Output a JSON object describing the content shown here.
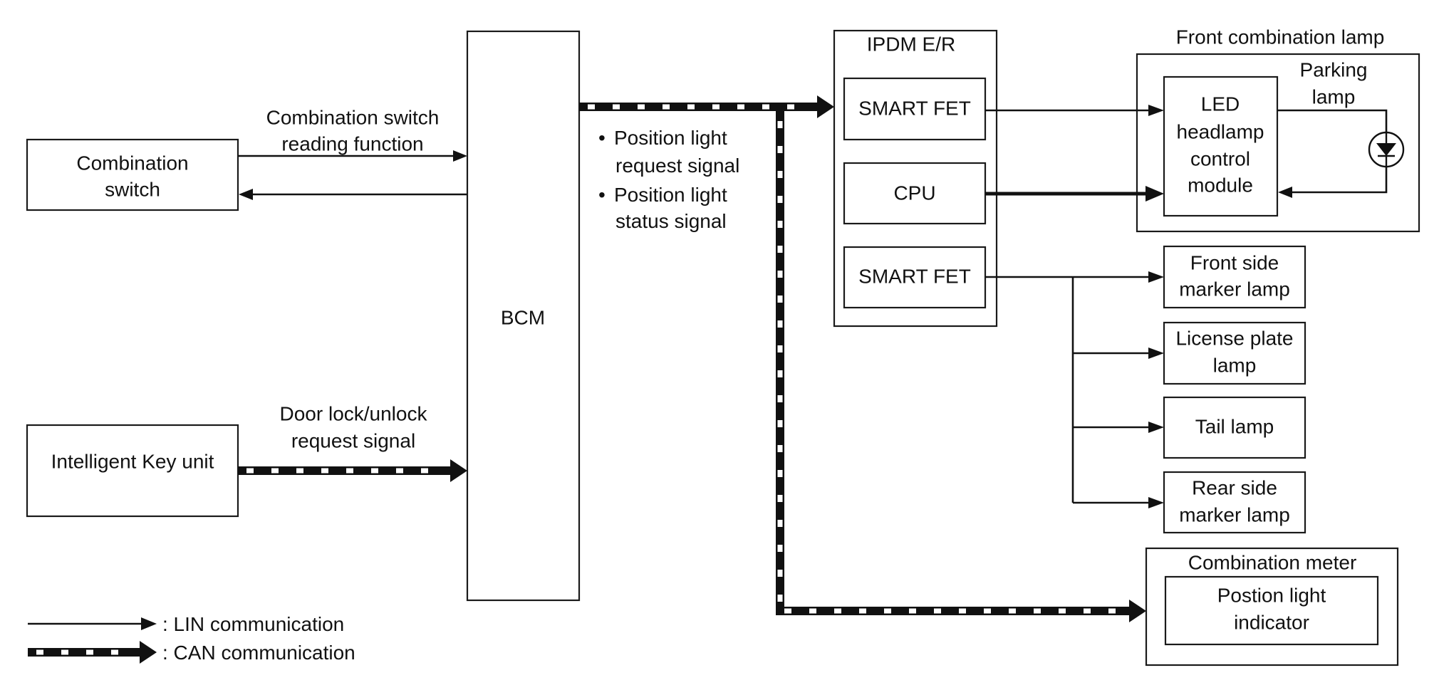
{
  "diagram": {
    "type": "block-diagram",
    "colors": {
      "line": "#111111",
      "background": "#ffffff"
    },
    "nodes": {
      "combination_switch": {
        "lines": [
          "Combination",
          "switch"
        ]
      },
      "intelligent_key": {
        "lines": [
          "Intelligent Key unit"
        ]
      },
      "bcm": {
        "lines": [
          "BCM"
        ]
      },
      "ipdm": {
        "title": "IPDM E/R",
        "smart_fet_1": "SMART FET",
        "cpu": "CPU",
        "smart_fet_2": "SMART FET"
      },
      "front_combination_lamp": {
        "title": "Front combination lamp",
        "parking_lamp": [
          "Parking",
          "lamp"
        ],
        "led_module": [
          "LED",
          "headlamp",
          "control",
          "module"
        ],
        "diode_icon": "led-diode-icon"
      },
      "lamps": [
        {
          "lines": [
            "Front side",
            "marker lamp"
          ]
        },
        {
          "lines": [
            "License plate",
            "lamp"
          ]
        },
        {
          "lines": [
            "Tail lamp"
          ]
        },
        {
          "lines": [
            "Rear side",
            "marker lamp"
          ]
        }
      ],
      "combination_meter": {
        "title": "Combination meter",
        "indicator": [
          "Postion light",
          "indicator"
        ]
      }
    },
    "signals": {
      "combination_switch_reading": [
        "Combination switch",
        "reading function"
      ],
      "door_lock": [
        "Door lock/unlock",
        "request signal"
      ],
      "position_light": [
        {
          "bullet": "•",
          "lines": [
            "Position light",
            "request signal"
          ]
        },
        {
          "bullet": "•",
          "lines": [
            "Position light",
            "status signal"
          ]
        }
      ]
    },
    "connections": [
      {
        "from": "Combination switch",
        "to": "BCM",
        "type": "LIN"
      },
      {
        "from": "BCM",
        "to": "Combination switch",
        "type": "LIN"
      },
      {
        "from": "Intelligent Key unit",
        "to": "BCM",
        "type": "CAN"
      },
      {
        "from": "BCM",
        "to": "IPDM E/R",
        "type": "CAN"
      },
      {
        "from": "BCM",
        "to": "Combination meter",
        "type": "CAN"
      },
      {
        "from": "SMART FET",
        "to": "LED headlamp control module",
        "type": "LIN"
      },
      {
        "from": "CPU",
        "to": "LED headlamp control module",
        "type": "LIN-bold"
      },
      {
        "from": "SMART FET",
        "to": "Front side marker lamp",
        "type": "LIN"
      },
      {
        "from": "SMART FET",
        "to": "License plate lamp",
        "type": "LIN"
      },
      {
        "from": "SMART FET",
        "to": "Tail lamp",
        "type": "LIN"
      },
      {
        "from": "SMART FET",
        "to": "Rear side marker lamp",
        "type": "LIN"
      }
    ],
    "legend": {
      "lin": ": LIN communication",
      "can": ": CAN communication"
    }
  }
}
